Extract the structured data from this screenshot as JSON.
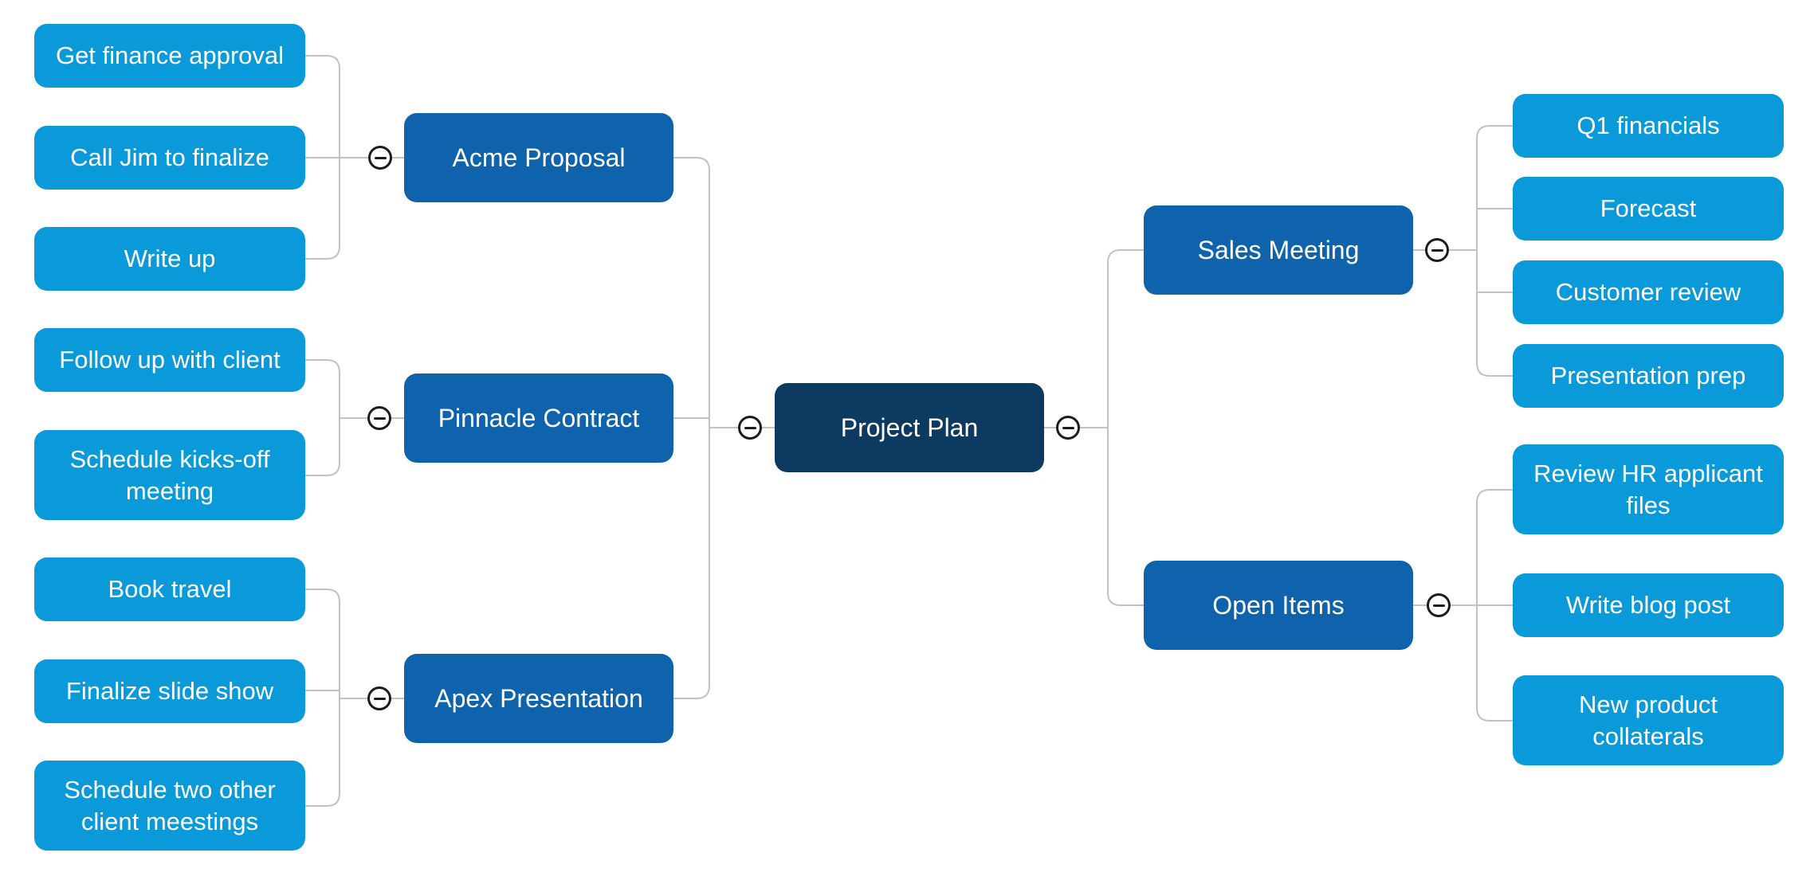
{
  "diagram": {
    "root": {
      "label": "Project Plan"
    },
    "branches": [
      {
        "label": "Acme Proposal",
        "children": [
          "Get finance approval",
          "Call Jim to finalize",
          "Write up"
        ]
      },
      {
        "label": "Pinnacle Contract",
        "children": [
          "Follow up with client",
          "Schedule kicks-off meeting"
        ]
      },
      {
        "label": "Apex Presentation",
        "children": [
          "Book travel",
          "Finalize slide show",
          "Schedule two other client meestings"
        ]
      },
      {
        "label": "Sales Meeting",
        "children": [
          "Q1 financials",
          "Forecast",
          "Customer review",
          "Presentation prep"
        ]
      },
      {
        "label": "Open Items",
        "children": [
          "Review HR applicant files",
          "Write blog post",
          "New product collaterals"
        ]
      }
    ],
    "icons": {
      "collapse": "minus-icon"
    },
    "colors": {
      "root_fill": "#0d3a60",
      "branch_fill": "#0e63ac",
      "leaf_fill": "#0a99d9",
      "text": "#ffffff",
      "connector": "#c2c2c2",
      "collapse_stroke": "#1c1c1c",
      "background": "#ffffff"
    }
  }
}
